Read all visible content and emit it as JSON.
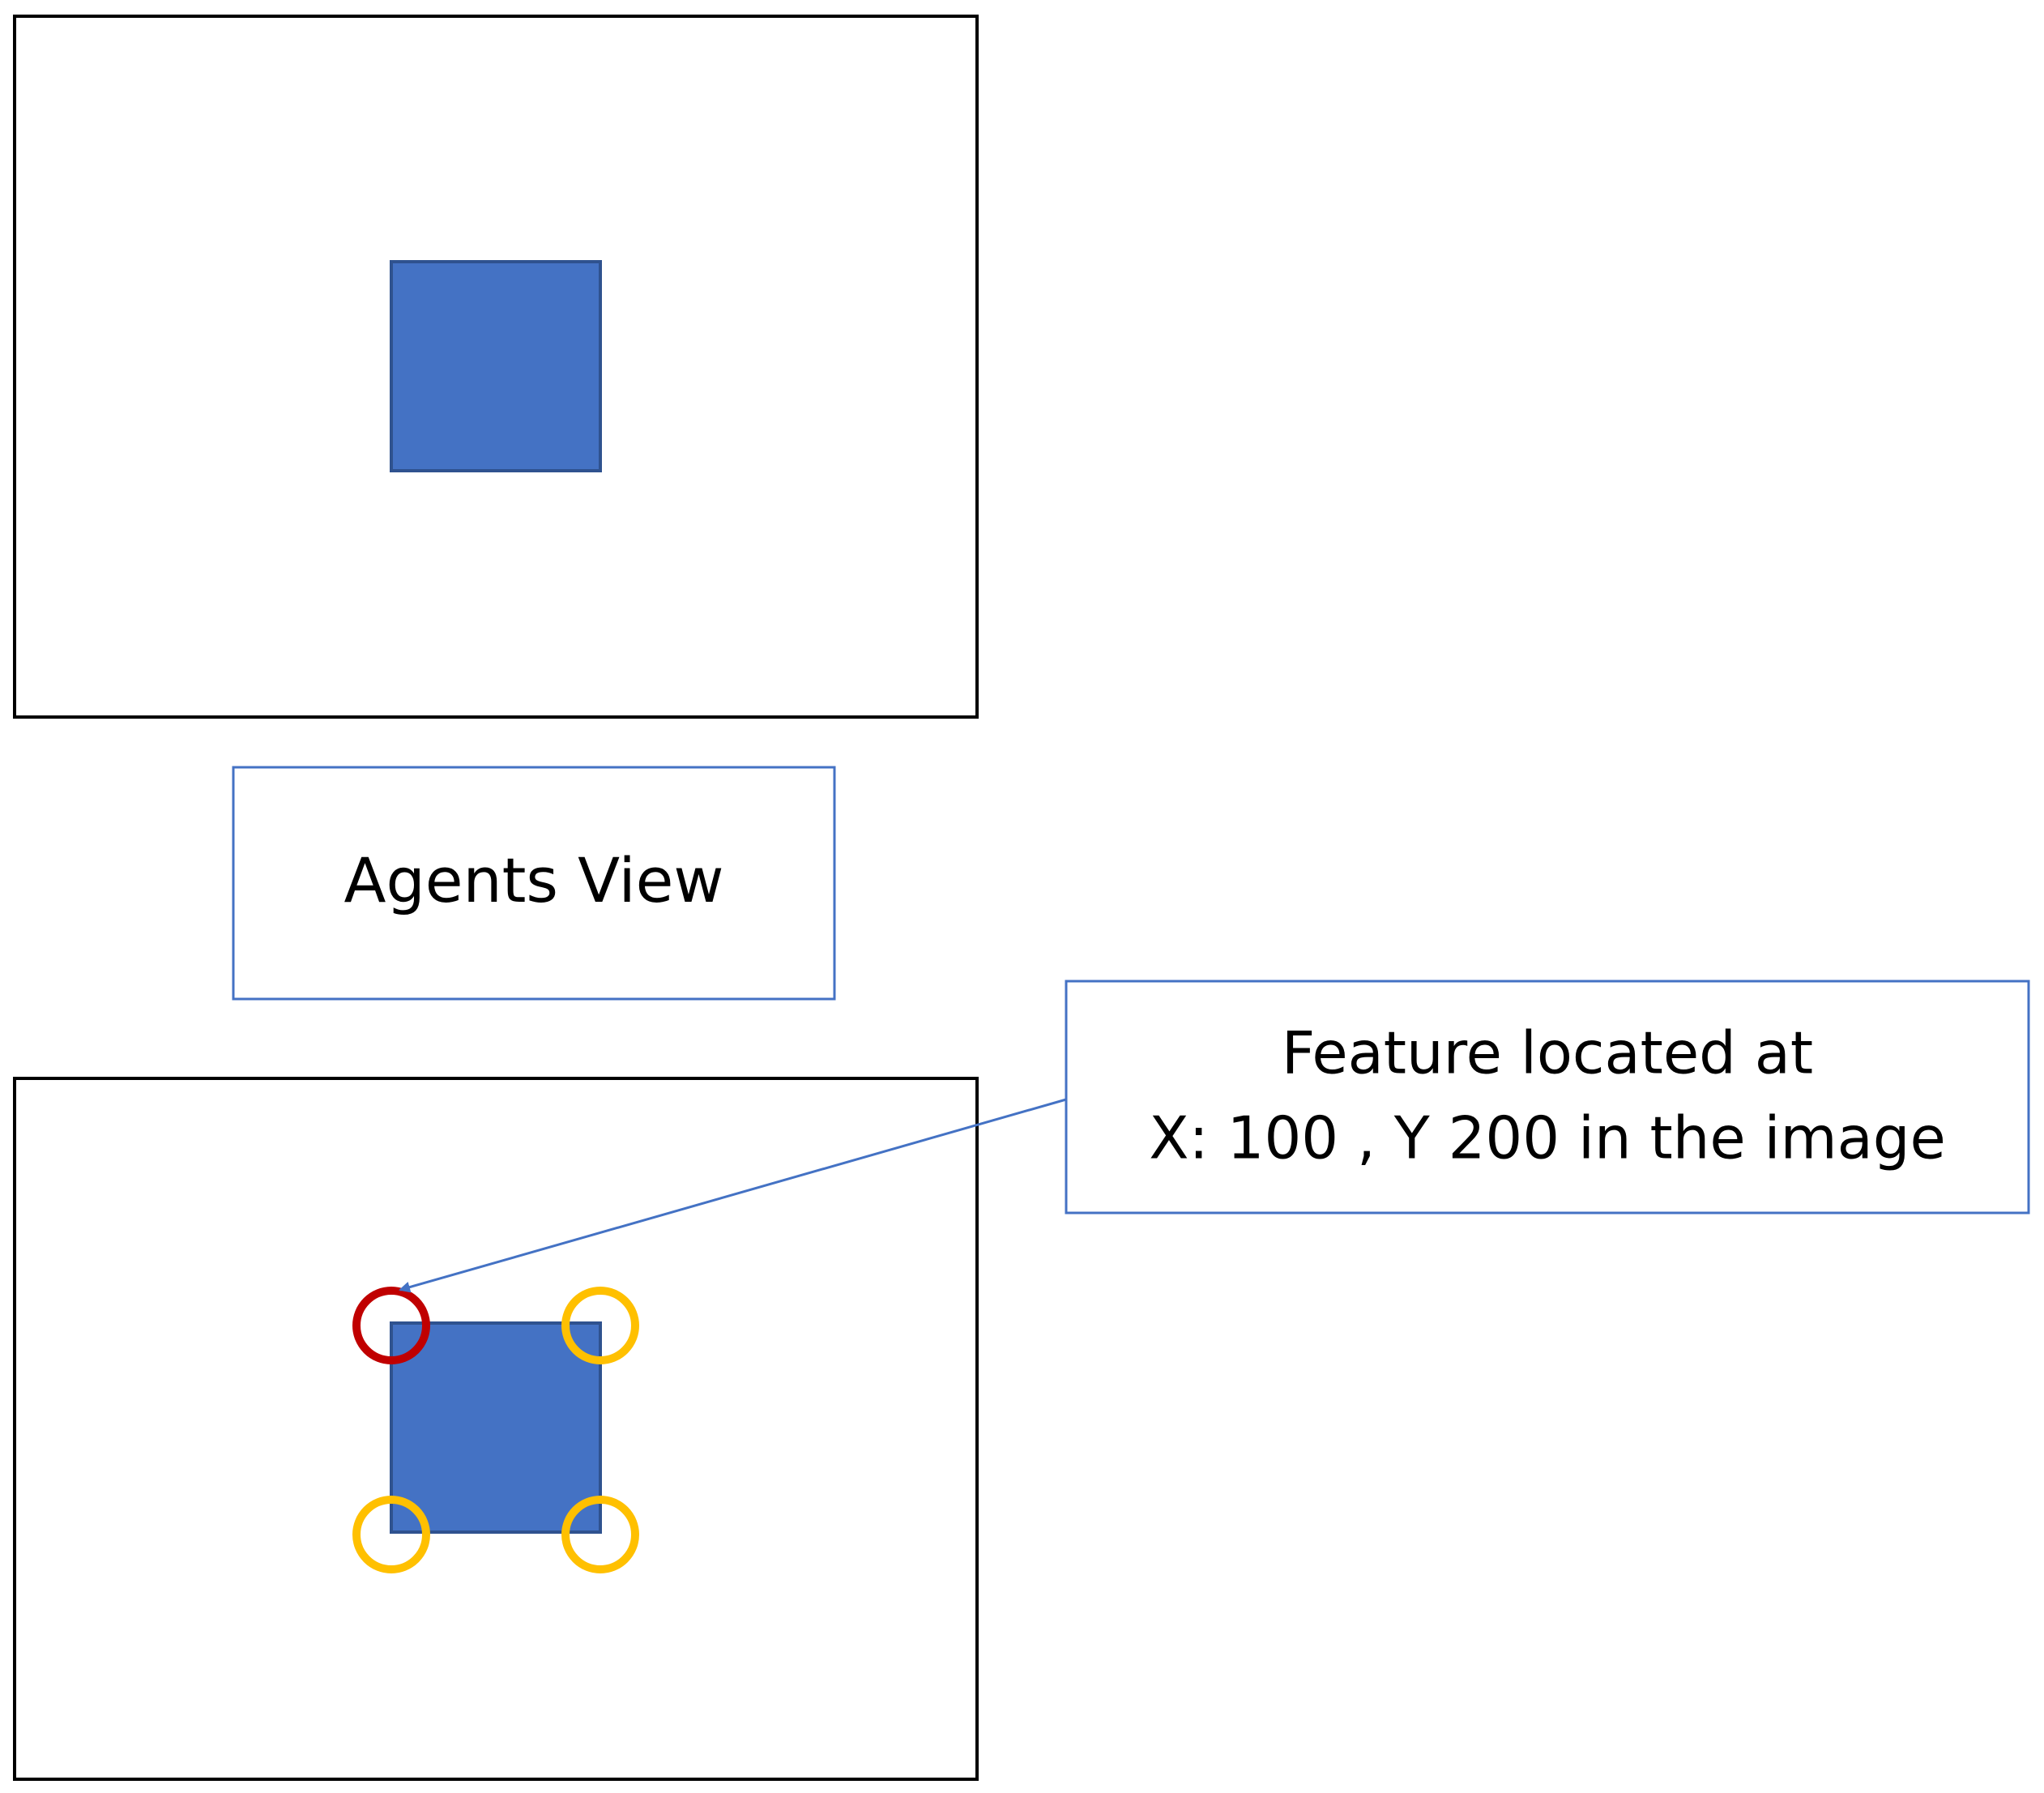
{
  "labels": {
    "agents_view": "Agents View",
    "feature_line1": "Feature located at",
    "feature_line2": "X: 100 , Y 200 in the image"
  },
  "colors": {
    "square_fill": "#4472C4",
    "square_stroke": "#2F528F",
    "frame_stroke": "#000000",
    "box_stroke": "#4472C4",
    "arrow": "#4472C4",
    "highlight_corner": "#C00000",
    "other_corners": "#FFC000"
  },
  "annotation": {
    "highlighted_corner": "top-left",
    "other_corners": [
      "top-right",
      "bottom-left",
      "bottom-right"
    ]
  }
}
